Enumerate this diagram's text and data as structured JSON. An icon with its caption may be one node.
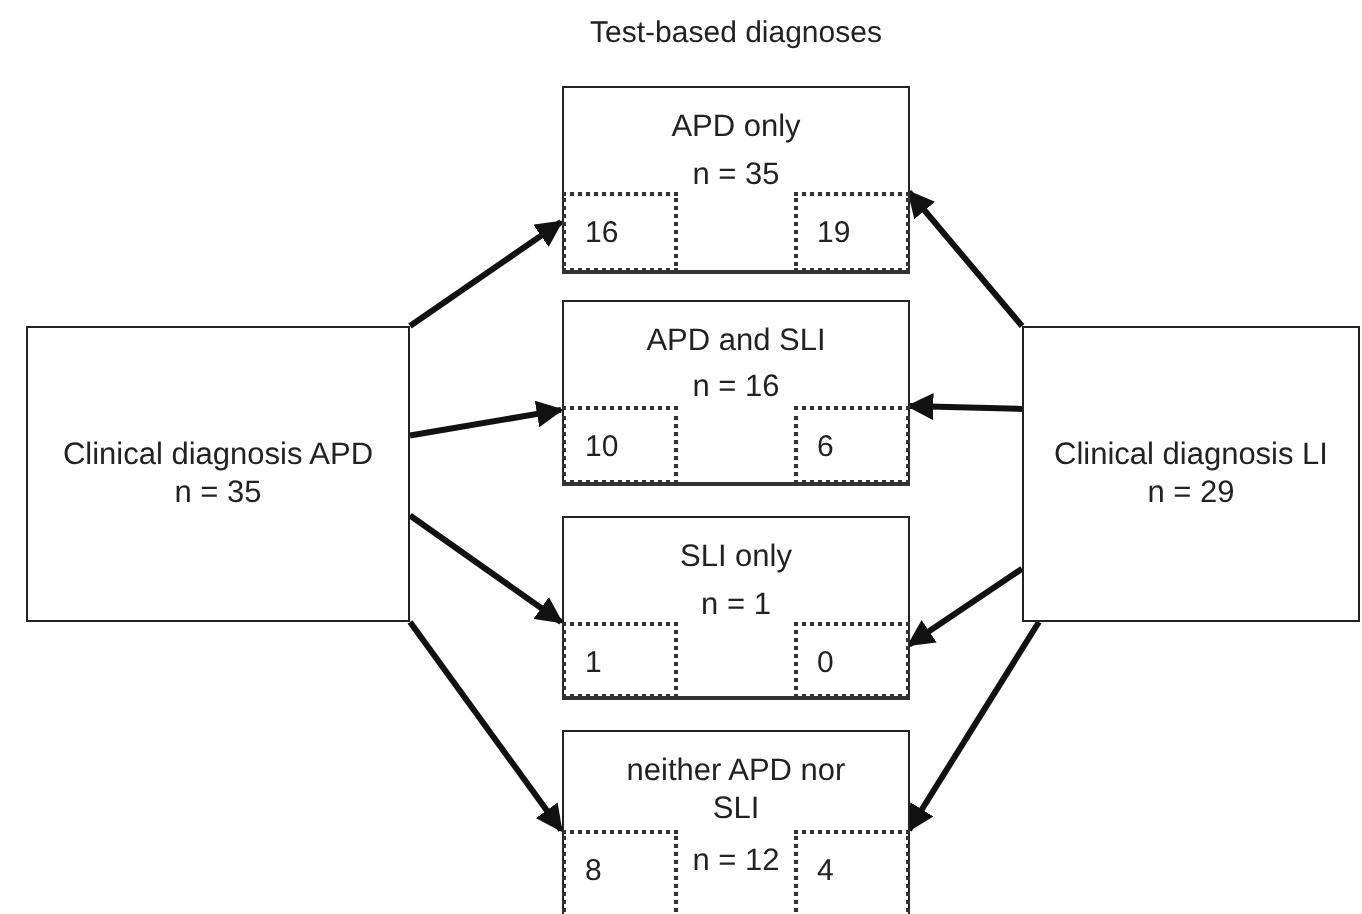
{
  "diagram": {
    "title": "Test-based diagnoses",
    "nodes": [
      {
        "text": [
          "Clinical diagnosis APD",
          "n = 35"
        ]
      },
      {
        "text": [
          "APD only",
          "n = 35"
        ]
      },
      {
        "text": [
          "16"
        ],
        "in": 1
      },
      {
        "text": [
          "19"
        ],
        "in": 1
      },
      {
        "text": [
          "APD and SLI",
          "n = 16"
        ]
      },
      {
        "text": [
          "10"
        ],
        "in": 4
      },
      {
        "text": [
          "6"
        ],
        "in": 4
      },
      {
        "text": [
          "SLI only",
          "n = 1"
        ]
      },
      {
        "text": [
          "1"
        ],
        "in": 7
      },
      {
        "text": [
          "0"
        ],
        "in": 7
      },
      {
        "text": [
          "neither APD nor SLI",
          "n = 12"
        ]
      },
      {
        "text": [
          "8"
        ],
        "in": 10
      },
      {
        "text": [
          "4"
        ],
        "in": 10
      },
      {
        "text": [
          "Clinical diagnosis LI",
          "n = 29"
        ]
      }
    ],
    "edges": [
      {
        "from": 0,
        "to": 2,
        "arrow": "to"
      },
      {
        "from": 0,
        "to": 5,
        "arrow": "to"
      },
      {
        "from": 0,
        "to": 8,
        "arrow": "to"
      },
      {
        "from": 0,
        "to": 11,
        "arrow": "to"
      },
      {
        "from": 13,
        "to": 3,
        "arrow": "to"
      },
      {
        "from": 13,
        "to": 6,
        "arrow": "to"
      },
      {
        "from": 13,
        "to": 9,
        "arrow": "to"
      },
      {
        "from": 13,
        "to": 12,
        "arrow": "to"
      }
    ]
  }
}
